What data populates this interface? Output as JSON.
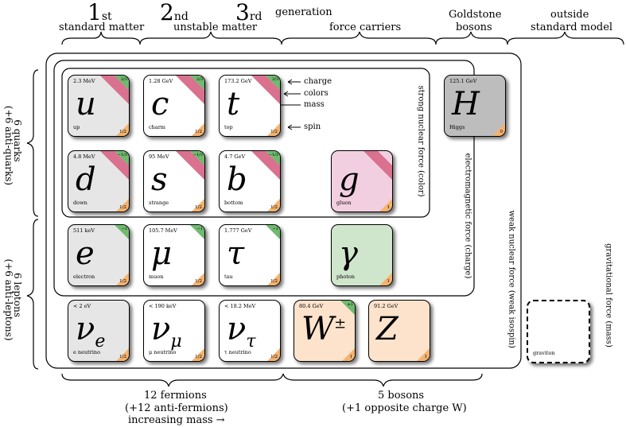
{
  "header": {
    "gen1": "1",
    "gen1_sub": "st",
    "gen2": "2",
    "gen2_sub": "nd",
    "gen3": "3",
    "gen3_sub": "rd",
    "generation": "generation",
    "standard_matter": "standard matter",
    "unstable_matter": "unstable matter",
    "force_carriers": "force carriers",
    "goldstone": "Goldstone",
    "bosons": "bosons",
    "outside": "outside",
    "standard_model": "standard model"
  },
  "left": {
    "quarks": "6 quarks",
    "anti_quarks": "(+6 anti-quarks)",
    "leptons": "6 leptons",
    "anti_leptons": "(+6 anti-leptons)"
  },
  "forces": {
    "strong": "strong nuclear force (color)",
    "em": "electromagnetic force (charge)",
    "weak": "weak nuclear force (weak isospin)",
    "grav": "gravitational force (mass)"
  },
  "legend": {
    "charge": "charge",
    "colors": "colors",
    "mass": "mass",
    "spin": "spin"
  },
  "bottom": {
    "fermions": "12 fermions",
    "anti_fermions": "(+12 anti-fermions)",
    "increasing_mass": "increasing mass →",
    "bosons": "5 bosons",
    "opposite": "(+1 opposite charge W)"
  },
  "particles": {
    "up": {
      "mass": "2.3 MeV",
      "sym": "u",
      "name": "up",
      "spin": "1/2",
      "charge": "2/3",
      "color": "#e6e6e6",
      "has_color": "yes"
    },
    "charm": {
      "mass": "1.28 GeV",
      "sym": "c",
      "name": "charm",
      "spin": "1/2",
      "charge": "2/3",
      "color": "#ffffff",
      "has_color": "yes"
    },
    "top": {
      "mass": "173.2 GeV",
      "sym": "t",
      "name": "top",
      "spin": "1/2",
      "charge": "2/3",
      "color": "#ffffff",
      "has_color": "yes"
    },
    "higgs": {
      "mass": "125.1 GeV",
      "sym": "H",
      "name": "Higgs",
      "spin": "0",
      "color": "#bdbdbd"
    },
    "down": {
      "mass": "4.8 MeV",
      "sym": "d",
      "name": "down",
      "spin": "1/2",
      "charge": "−1/3",
      "color": "#e6e6e6",
      "has_color": "yes"
    },
    "strange": {
      "mass": "95 MeV",
      "sym": "s",
      "name": "strange",
      "spin": "1/2",
      "charge": "−1/3",
      "color": "#ffffff",
      "has_color": "yes"
    },
    "bottom": {
      "mass": "4.7 GeV",
      "sym": "b",
      "name": "bottom",
      "spin": "1/2",
      "charge": "−1/3",
      "color": "#ffffff",
      "has_color": "yes"
    },
    "gluon": {
      "mass": "",
      "sym": "g",
      "name": "gluon",
      "spin": "1",
      "color": "#f2cfe0",
      "has_color": "yes"
    },
    "electron": {
      "mass": "511 keV",
      "sym": "e",
      "name": "electron",
      "spin": "1/2",
      "charge": "−1",
      "color": "#e6e6e6"
    },
    "muon": {
      "mass": "105.7 MeV",
      "sym": "μ",
      "name": "muon",
      "spin": "1/2",
      "charge": "−1",
      "color": "#ffffff"
    },
    "tau": {
      "mass": "1.777 GeV",
      "sym": "τ",
      "name": "tau",
      "spin": "1/2",
      "charge": "−1",
      "color": "#ffffff"
    },
    "photon": {
      "mass": "",
      "sym": "γ",
      "name": "photon",
      "spin": "1",
      "color": "#cfe6cc"
    },
    "e_nu": {
      "mass": "< 2 eV",
      "sym": "ν",
      "sub": "e",
      "name": "e neutrino",
      "spin": "1/2",
      "color": "#e6e6e6"
    },
    "mu_nu": {
      "mass": "< 190 keV",
      "sym": "ν",
      "sub": "μ",
      "name": "μ neutrino",
      "spin": "1/2",
      "color": "#ffffff"
    },
    "tau_nu": {
      "mass": "< 18.2 MeV",
      "sym": "ν",
      "sub": "τ",
      "name": "τ neutrino",
      "spin": "1/2",
      "color": "#ffffff"
    },
    "w": {
      "mass": "80.4 GeV",
      "sym": "W",
      "sup": "±",
      "name": "",
      "spin": "1",
      "charge": "±1",
      "color": "#fde3cc"
    },
    "z": {
      "mass": "91.2 GeV",
      "sym": "Z",
      "name": "",
      "spin": "1",
      "color": "#fde3cc"
    },
    "graviton": {
      "mass": "",
      "sym": "",
      "name": "graviton",
      "spin": "",
      "color": "#ffffff"
    }
  },
  "colors": {
    "spin_corner": "#f5b370",
    "charge_corner": "#6fba6f",
    "color_band": "#d9718f"
  }
}
